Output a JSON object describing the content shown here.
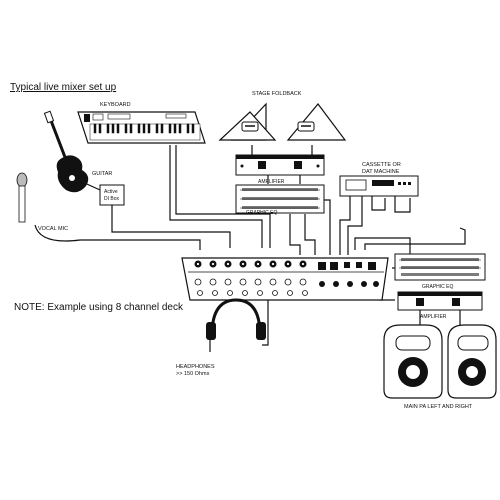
{
  "title": "Typical live mixer set up",
  "note": "NOTE: Example using 8 channel deck",
  "labels": {
    "keyboard": "KEYBOARD",
    "stage_foldback": "STAGE FOLDBACK",
    "guitar": "GUITAR",
    "di_box_line1": "Active",
    "di_box_line2": "DI Box",
    "vocal_mic": "VOCAL MIC",
    "amplifier_top": "AMPLIFIER",
    "graphic_eq_top": "GRAPHIC EQ",
    "cassette_line1": "CASSETTE OR",
    "cassette_line2": "DAT MACHINE",
    "graphic_eq_right": "GRAPHIC EQ",
    "amplifier_right": "AMPLIFIER",
    "headphones_line1": "HEADPHONES",
    "headphones_line2": ">> 150 Ohms",
    "main_pa": "MAIN PA LEFT AND RIGHT"
  },
  "colors": {
    "ink": "#111111",
    "background": "#ffffff",
    "panel": "#e8e8e8"
  }
}
